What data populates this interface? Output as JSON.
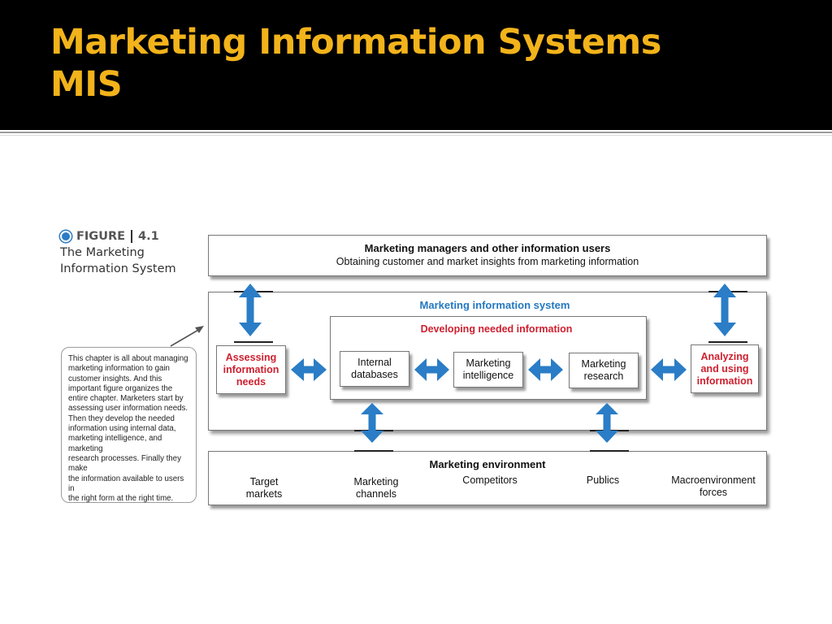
{
  "slide": {
    "title_line1": "Marketing Information Systems",
    "title_line2": "MIS"
  },
  "figure": {
    "label_word": "FIGURE",
    "label_number": "4.1",
    "caption_line1": "The Marketing",
    "caption_line2": "Information System",
    "note": [
      "This chapter is all about managing",
      "marketing information to gain",
      "customer insights. And this",
      "important figure organizes the",
      "entire chapter. Marketers start by",
      "assessing user information needs.",
      "Then they develop the needed",
      "information using internal data,",
      "marketing intelligence, and marketing",
      "research processes. Finally they make",
      "the information available to users in",
      "the right form at the right time."
    ]
  },
  "diagram": {
    "users_title": "Marketing managers and other information users",
    "users_subtitle": "Obtaining customer and market insights from marketing information",
    "mis_title": "Marketing information system",
    "developing_title": "Developing needed information",
    "assessing": [
      "Assessing",
      "information",
      "needs"
    ],
    "analyzing": [
      "Analyzing",
      "and using",
      "information"
    ],
    "internal": [
      "Internal",
      "databases"
    ],
    "intelligence": [
      "Marketing",
      "intelligence"
    ],
    "research": [
      "Marketing",
      "research"
    ],
    "environment_title": "Marketing environment",
    "environment_items": [
      [
        "Target",
        "markets"
      ],
      [
        "Marketing",
        "channels"
      ],
      [
        "Competitors"
      ],
      [
        "Publics"
      ],
      [
        "Macroenvironment",
        "forces"
      ]
    ]
  },
  "colors": {
    "title": "#f2b31b",
    "header_bg": "#000000",
    "accent_blue": "#2478c0",
    "arrow_blue": "#2a7dc6",
    "accent_red": "#cf1f2e"
  }
}
